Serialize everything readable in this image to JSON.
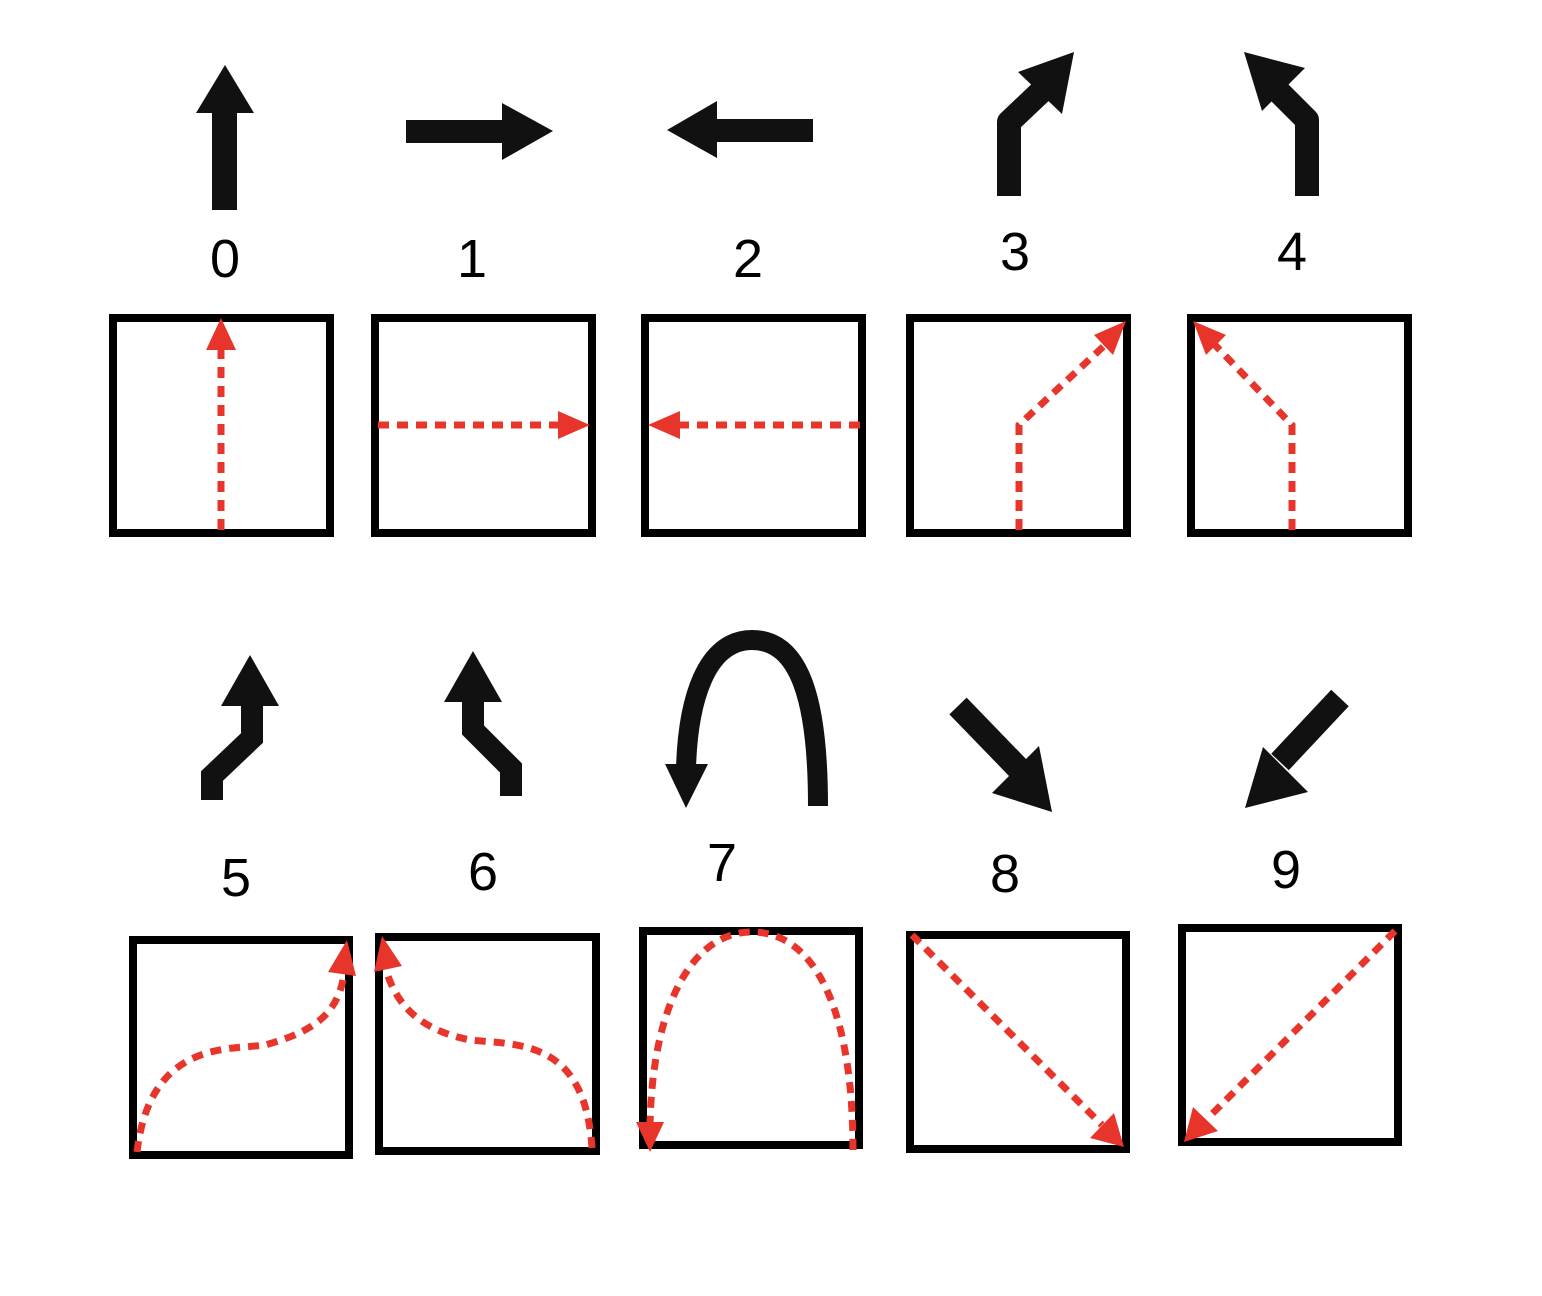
{
  "colors": {
    "arrow": "#000000",
    "trajectory": "#e8352b",
    "box_border": "#000000",
    "background": "#ffffff"
  },
  "items": [
    {
      "label": "0",
      "icon": "straight-arrow-icon"
    },
    {
      "label": "1",
      "icon": "right-arrow-icon"
    },
    {
      "label": "2",
      "icon": "left-arrow-icon"
    },
    {
      "label": "3",
      "icon": "right-turn-arrow-icon"
    },
    {
      "label": "4",
      "icon": "left-turn-arrow-icon"
    },
    {
      "label": "5",
      "icon": "right-lane-change-arrow-icon"
    },
    {
      "label": "6",
      "icon": "left-lane-change-arrow-icon"
    },
    {
      "label": "7",
      "icon": "u-turn-arrow-icon"
    },
    {
      "label": "8",
      "icon": "down-right-arrow-icon"
    },
    {
      "label": "9",
      "icon": "down-left-arrow-icon"
    }
  ]
}
